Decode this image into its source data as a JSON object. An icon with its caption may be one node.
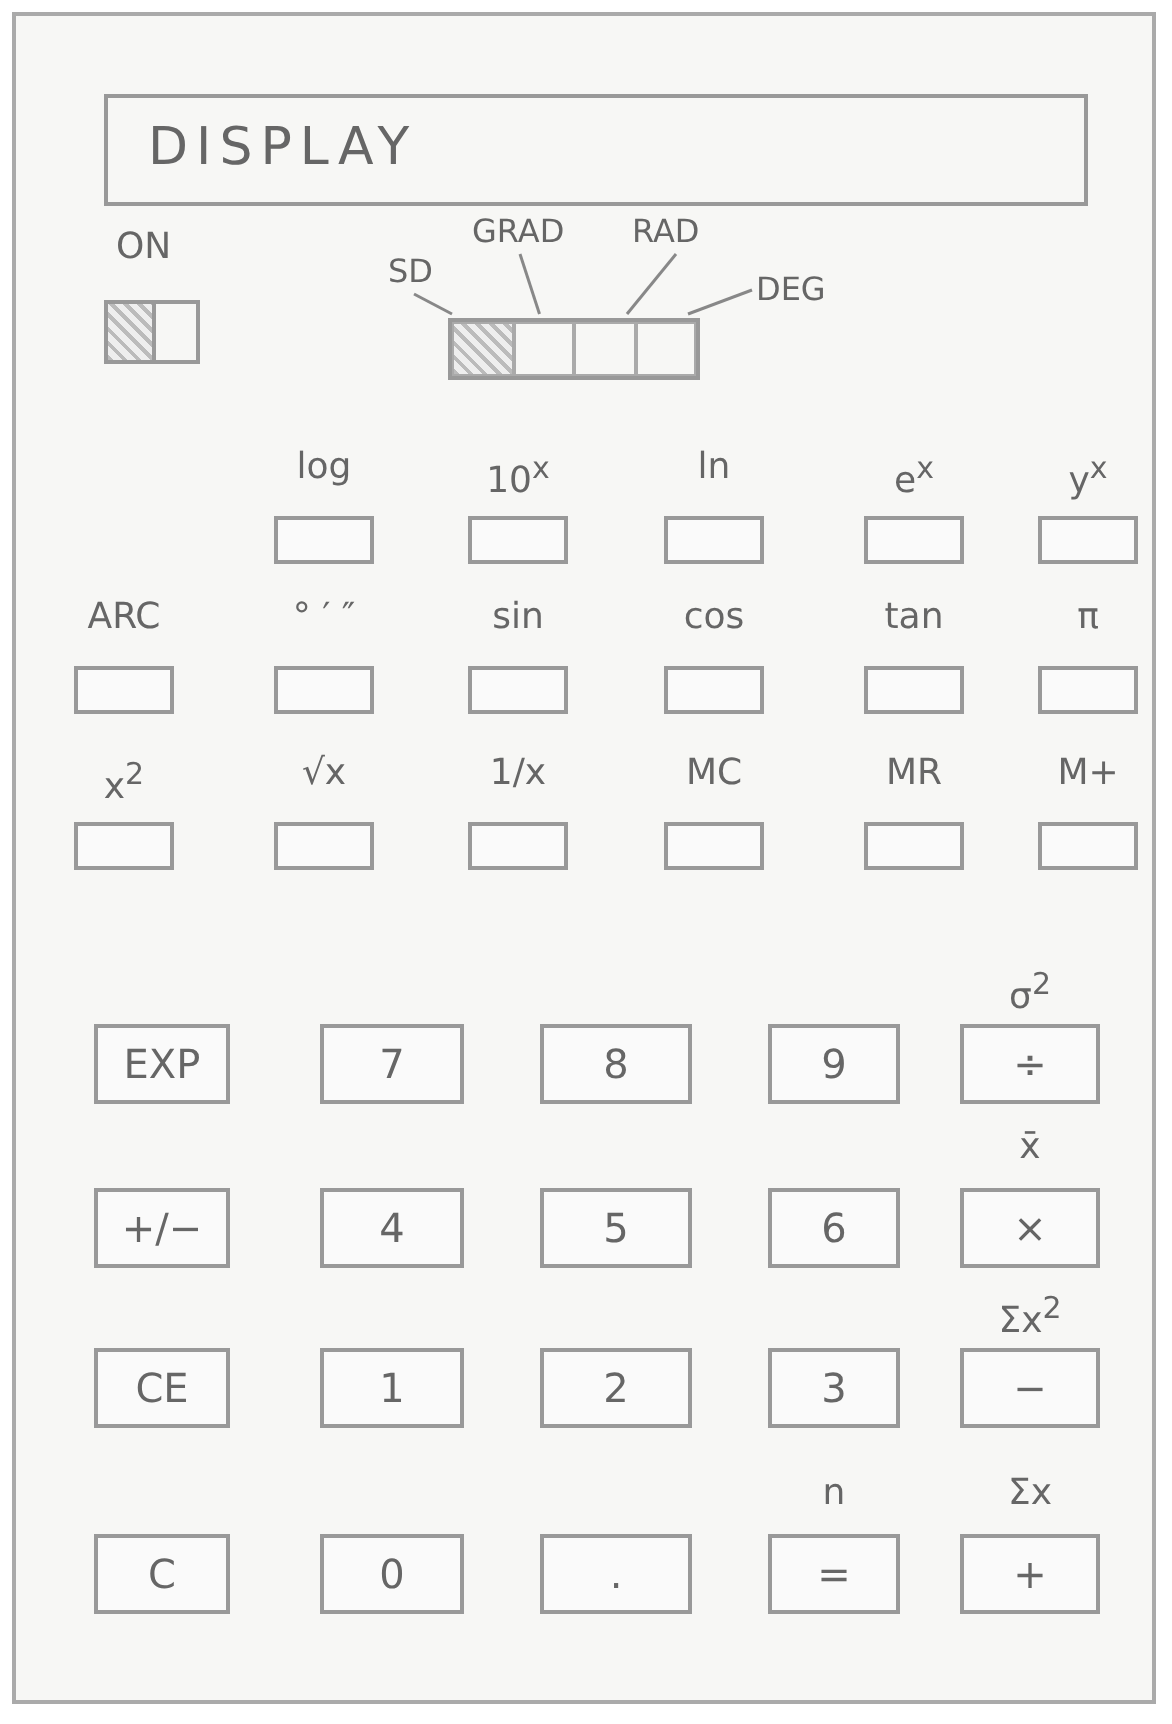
{
  "diagram": {
    "nodes": [
      {
        "text": [],
        "shape": "box"
      },
      {
        "text": [
          "DISPLAY"
        ],
        "in": 0
      },
      {
        "text": [
          "ON"
        ],
        "in": 0
      },
      {
        "text": [],
        "shape": "box",
        "in": 0
      },
      {
        "text": [],
        "shape": "box",
        "in": 3
      },
      {
        "text": [],
        "shape": "box",
        "in": 3
      },
      {
        "text": [],
        "shape": "box",
        "in": 3
      },
      {
        "text": [],
        "shape": "box",
        "in": 3
      },
      {
        "text": [
          "SD"
        ],
        "in": 0
      },
      {
        "text": [
          "GRAD"
        ],
        "in": 0
      },
      {
        "text": [
          "RAD"
        ],
        "in": 0
      },
      {
        "text": [
          "DEG"
        ],
        "in": 0
      },
      {
        "text": [
          "log"
        ],
        "in": 0
      },
      {
        "text": [
          "10$^{x}$"
        ],
        "in": 0
      },
      {
        "text": [
          "ln"
        ],
        "in": 0
      },
      {
        "text": [
          "e$^{x}$"
        ],
        "in": 0
      },
      {
        "text": [
          "y$^{x}$"
        ],
        "in": 0
      },
      {
        "text": [
          "ARC"
        ],
        "in": 0
      },
      {
        "text": [
          "° ′ ″"
        ],
        "in": 0
      },
      {
        "text": [
          "sin"
        ],
        "in": 0
      },
      {
        "text": [
          "cos"
        ],
        "in": 0
      },
      {
        "text": [
          "tan"
        ],
        "in": 0
      },
      {
        "text": [
          "π"
        ],
        "in": 0
      },
      {
        "text": [
          "x$^{2}$"
        ],
        "in": 0
      },
      {
        "text": [
          "√x"
        ],
        "in": 0
      },
      {
        "text": [
          "1/x"
        ],
        "in": 0
      },
      {
        "text": [
          "MC"
        ],
        "in": 0
      },
      {
        "text": [
          "MR"
        ],
        "in": 0
      },
      {
        "text": [
          "M+"
        ],
        "in": 0
      },
      {
        "text": [
          "EXP"
        ],
        "in": 0
      },
      {
        "text": [
          "7"
        ],
        "in": 0
      },
      {
        "text": [
          "8"
        ],
        "in": 0
      },
      {
        "text": [
          "9"
        ],
        "in": 0
      },
      {
        "text": [
          "σ$^{2}$",
          "÷"
        ],
        "in": 0
      },
      {
        "text": [
          "+/−"
        ],
        "in": 0
      },
      {
        "text": [
          "4"
        ],
        "in": 0
      },
      {
        "text": [
          "5"
        ],
        "in": 0
      },
      {
        "text": [
          "6"
        ],
        "in": 0
      },
      {
        "text": [
          "x̄",
          "×"
        ],
        "in": 0
      },
      {
        "text": [
          "CE"
        ],
        "in": 0
      },
      {
        "text": [
          "1"
        ],
        "in": 0
      },
      {
        "text": [
          "2"
        ],
        "in": 0
      },
      {
        "text": [
          "3"
        ],
        "in": 0
      },
      {
        "text": [
          "Σx$^{2}$",
          "−"
        ],
        "in": 0
      },
      {
        "text": [
          "C"
        ],
        "in": 0
      },
      {
        "text": [
          "0"
        ],
        "in": 0
      },
      {
        "text": [
          "."
        ],
        "in": 0
      },
      {
        "text": [
          "n",
          "="
        ],
        "in": 0
      },
      {
        "text": [
          "Σx",
          "+"
        ],
        "in": 0
      }
    ],
    "edges": [
      {
        "from": 8,
        "to": 4,
        "arrow": "none"
      },
      {
        "from": 9,
        "to": 5,
        "arrow": "none"
      },
      {
        "from": 10,
        "to": 6,
        "arrow": "none"
      },
      {
        "from": 11,
        "to": 7,
        "arrow": "none"
      }
    ]
  }
}
